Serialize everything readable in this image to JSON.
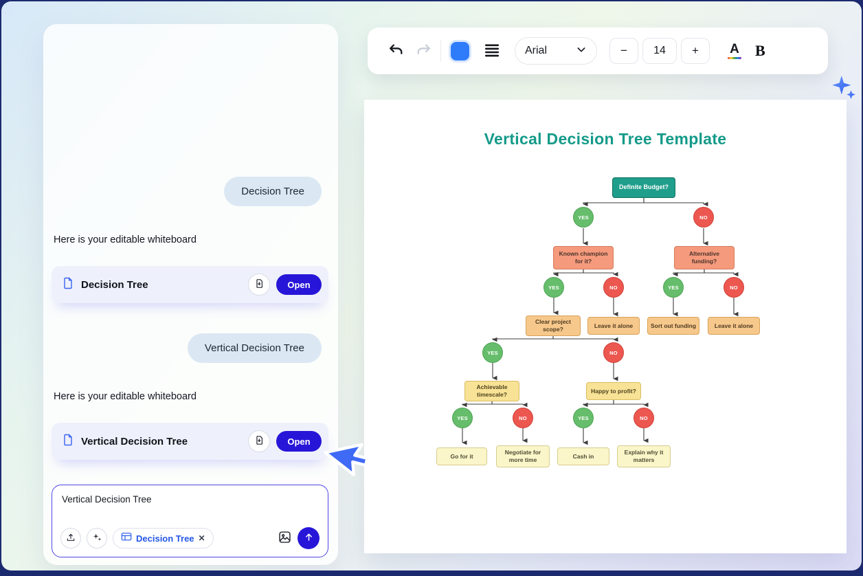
{
  "chat": {
    "messages": [
      {
        "role": "user",
        "text": "Decision Tree"
      },
      {
        "role": "assistant",
        "text": "Here is your editable whiteboard"
      },
      {
        "role": "card",
        "title": "Decision Tree",
        "open_label": "Open"
      },
      {
        "role": "user",
        "text": "Vertical Decision Tree"
      },
      {
        "role": "assistant",
        "text": "Here is your editable whiteboard"
      },
      {
        "role": "card",
        "title": "Vertical Decision Tree",
        "open_label": "Open"
      }
    ],
    "composer": {
      "value": "Vertical Decision Tree",
      "chip_label": "Decision Tree"
    }
  },
  "toolbar": {
    "font_family": "Arial",
    "font_size": "14",
    "decrease_label": "−",
    "increase_label": "+",
    "bold_label": "B",
    "text_color_label": "A"
  },
  "canvas": {
    "title": "Vertical Decision Tree Template"
  },
  "tree": {
    "nodes": [
      {
        "label": "Definite Budget?"
      },
      {
        "label": "YES"
      },
      {
        "label": "NO"
      },
      {
        "label": "Known champion for it?"
      },
      {
        "label": "Alternative funding?"
      },
      {
        "label": "YES"
      },
      {
        "label": "NO"
      },
      {
        "label": "YES"
      },
      {
        "label": "NO"
      },
      {
        "label": "Clear project scope?"
      },
      {
        "label": "Leave it alone"
      },
      {
        "label": "Sort out funding"
      },
      {
        "label": "Leave it alone"
      },
      {
        "label": "YES"
      },
      {
        "label": "NO"
      },
      {
        "label": "Achievable timescale?"
      },
      {
        "label": "Happy to profit?"
      },
      {
        "label": "YES"
      },
      {
        "label": "NO"
      },
      {
        "label": "YES"
      },
      {
        "label": "NO"
      },
      {
        "label": "Go for it"
      },
      {
        "label": "Negotiate for more time"
      },
      {
        "label": "Cash in"
      },
      {
        "label": "Explain why it matters"
      }
    ]
  },
  "icons": {
    "close": "✕"
  },
  "colors": {
    "accent_blue": "#2716d8",
    "swatch_blue": "#2f7cfa",
    "title_teal": "#149a89"
  }
}
